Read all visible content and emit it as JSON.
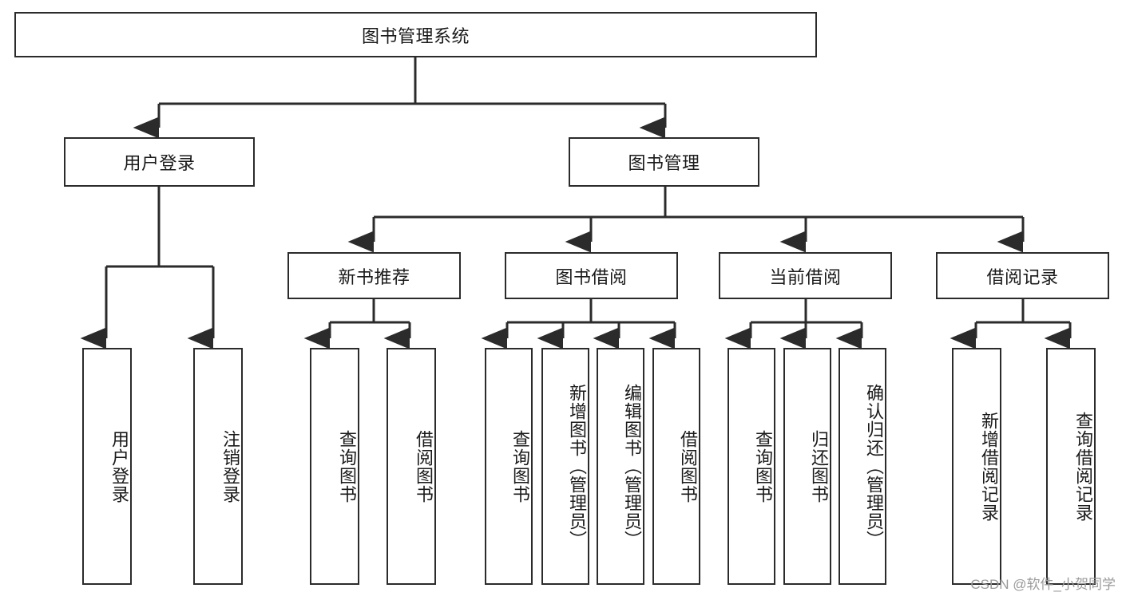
{
  "diagram": {
    "title": "图书管理系统",
    "type": "hierarchical-tree",
    "root": {
      "id": "root",
      "label": "图书管理系统"
    },
    "level2": [
      {
        "id": "user-login",
        "label": "用户登录"
      },
      {
        "id": "book-manage",
        "label": "图书管理"
      }
    ],
    "level3": [
      {
        "id": "new-book-rec",
        "label": "新书推荐",
        "parent": "book-manage"
      },
      {
        "id": "book-borrow",
        "label": "图书借阅",
        "parent": "book-manage"
      },
      {
        "id": "current-borrow",
        "label": "当前借阅",
        "parent": "book-manage"
      },
      {
        "id": "borrow-record",
        "label": "借阅记录",
        "parent": "book-manage"
      }
    ],
    "leaves": {
      "user-login": [
        {
          "id": "leaf-user-login",
          "label": "用户登录"
        },
        {
          "id": "leaf-user-logout",
          "label": "注销登录"
        }
      ],
      "new-book-rec": [
        {
          "id": "leaf-query-book-1",
          "label": "查询图书"
        },
        {
          "id": "leaf-borrow-book-1",
          "label": "借阅图书"
        }
      ],
      "book-borrow": [
        {
          "id": "leaf-query-book-2",
          "label": "查询图书"
        },
        {
          "id": "leaf-add-book",
          "label": "新增图书（管理员）"
        },
        {
          "id": "leaf-edit-book",
          "label": "编辑图书（管理员）"
        },
        {
          "id": "leaf-borrow-book-2",
          "label": "借阅图书"
        }
      ],
      "current-borrow": [
        {
          "id": "leaf-query-book-3",
          "label": "查询图书"
        },
        {
          "id": "leaf-return-book",
          "label": "归还图书"
        },
        {
          "id": "leaf-confirm-return",
          "label": "确认归还（管理员）"
        }
      ],
      "borrow-record": [
        {
          "id": "leaf-add-record",
          "label": "新增借阅记录"
        },
        {
          "id": "leaf-query-record",
          "label": "查询借阅记录"
        }
      ]
    }
  },
  "watermark": {
    "text": "CSDN @软件_小贺同学"
  },
  "colors": {
    "stroke": "#2b2b2b",
    "fill": "#ffffff",
    "text": "#1a1a1a",
    "watermark": "#9a9a9a"
  }
}
